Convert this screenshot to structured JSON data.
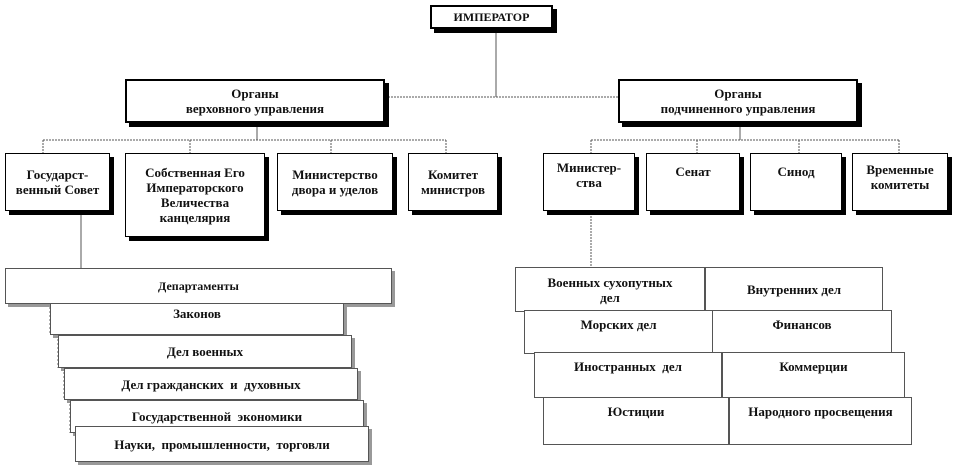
{
  "emperor": "ИМПЕРАТОР",
  "supreme": "Органы\nверховного управления",
  "subordinate": "Органы\nподчиненного управления",
  "supreme_bodies": [
    "Государст-\nвенный Совет",
    "Собственная Его\nИмператорского\nВеличества\nканцелярия",
    "Министерство\nдвора и уделов",
    "Комитет\nминистров"
  ],
  "subordinate_bodies": [
    "Министер-\nства",
    "Сенат",
    "Синод",
    "Временные\nкомитеты"
  ],
  "council_header": "Департаменты",
  "council_departments": [
    "Законов",
    "Дел военных",
    "Дел гражданских  и  духовных",
    "Государственной  экономики",
    "Науки,  промышленности,  торговли"
  ],
  "ministries_left": [
    "Военных сухопутных\nдел",
    "Морских дел",
    "Иностранных  дел",
    "Юстиции"
  ],
  "ministries_right": [
    "Внутренних  дел",
    "Финансов",
    "Коммерции",
    "Народного просвещения"
  ]
}
